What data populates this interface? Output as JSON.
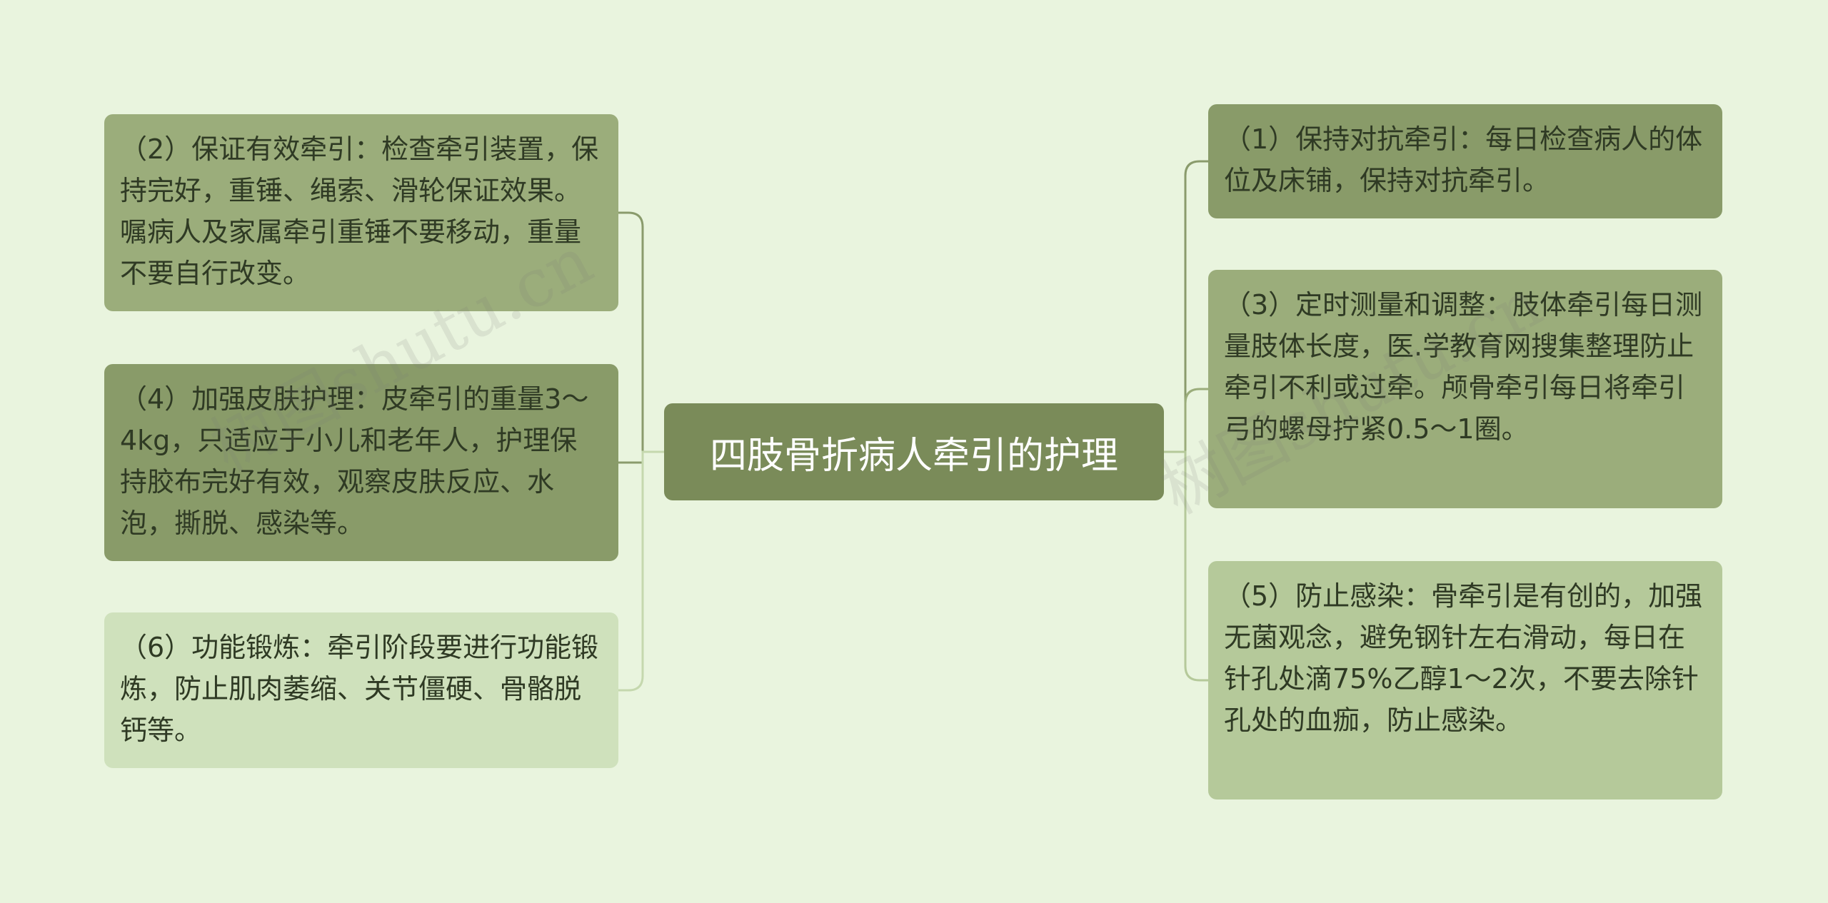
{
  "center": {
    "title": "四肢骨折病人牵引的护理"
  },
  "left_nodes": [
    {
      "id": "2",
      "text": "（2）保证有效牵引：检查牵引装置，保持完好，重锤、绳索、滑轮保证效果。嘱病人及家属牵引重锤不要移动，重量不要自行改变。"
    },
    {
      "id": "4",
      "text": "（4）加强皮肤护理：皮牵引的重量3～4kg，只适应于小儿和老年人，护理保持胶布完好有效，观察皮肤反应、水泡，撕脱、感染等。"
    },
    {
      "id": "6",
      "text": "（6）功能锻炼：牵引阶段要进行功能锻炼，防止肌肉萎缩、关节僵硬、骨骼脱钙等。"
    }
  ],
  "right_nodes": [
    {
      "id": "1",
      "text": "（1）保持对抗牵引：每日检查病人的体位及床铺，保持对抗牵引。"
    },
    {
      "id": "3",
      "text": "（3）定时测量和调整：肢体牵引每日测量肢体长度，医.学教育网搜集整理防止牵引不利或过牵。颅骨牵引每日将牵引弓的螺母拧紧0.5～1圈。"
    },
    {
      "id": "5",
      "text": "（5）防止感染：骨牵引是有创的，加强无菌观念，避免钢针左右滑动，每日在针孔处滴75%乙醇1～2次，不要去除针孔处的血痂，防止感染。"
    }
  ],
  "watermarks": [
    {
      "text": "树图shutu.cn"
    },
    {
      "text": "树图shutu.cn"
    }
  ],
  "colors": {
    "background": "#e9f4de",
    "center": "#7a8b59",
    "connector_dark": "#8a9b6c",
    "connector_light": "#c5d8ae"
  }
}
